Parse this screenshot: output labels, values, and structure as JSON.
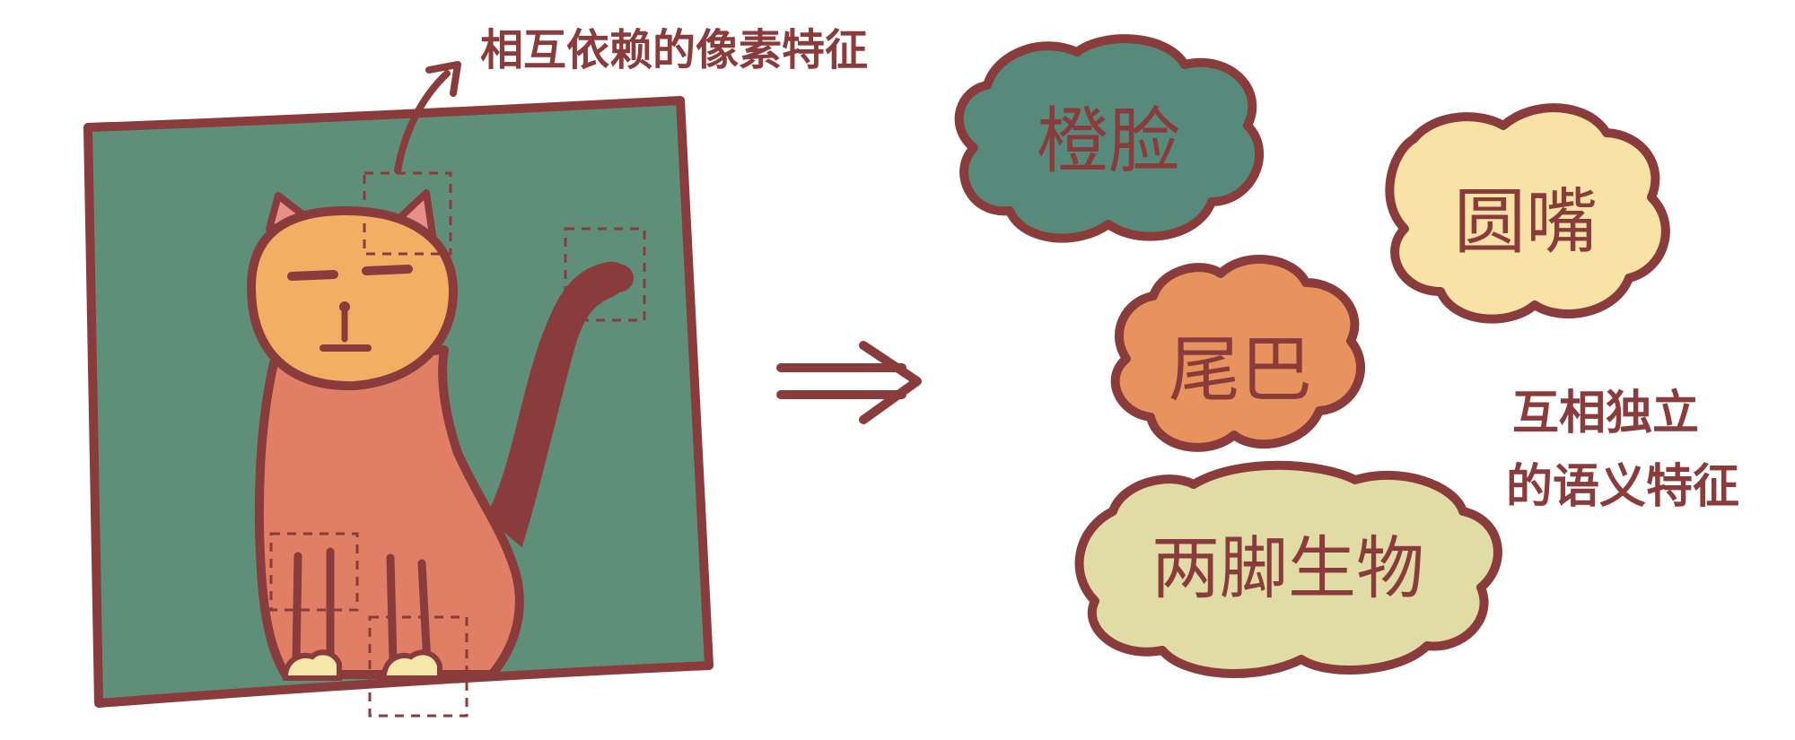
{
  "annotations": {
    "pixel_features": "相互依赖的像素特征",
    "semantic_features_line1": "互相独立",
    "semantic_features_line2": "的语义特征"
  },
  "clouds": [
    {
      "label": "橙脸",
      "color": "#578a7a"
    },
    {
      "label": "圆嘴",
      "color": "#f8e2a6"
    },
    {
      "label": "尾巴",
      "color": "#e8935e"
    },
    {
      "label": "两脚生物",
      "color": "#e1dca6"
    }
  ],
  "colors": {
    "outline": "#8a3b3b",
    "background_panel": "#5f8e79",
    "cat_head": "#f4ae64",
    "cat_body": "#e17e66",
    "cat_tail": "#8a3b3b",
    "paw": "#f7e7a8"
  },
  "icons": {
    "arrow": "double-arrow-right-icon",
    "cat": "cat-illustration"
  }
}
